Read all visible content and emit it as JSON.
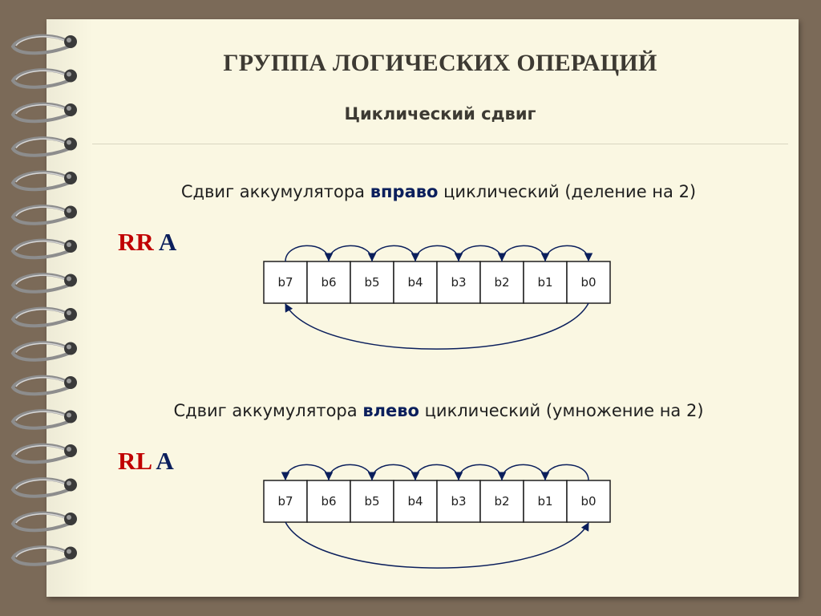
{
  "slide": {
    "title": "ГРУППА ЛОГИЧЕСКИХ ОПЕРАЦИЙ",
    "subtitle": "Циклический сдвиг"
  },
  "rotate_right": {
    "description_before": "Сдвиг аккумулятора ",
    "description_bold": "вправо",
    "description_after": " циклический (деление на 2)",
    "op": "RR",
    "register": "A",
    "bits": [
      "b7",
      "b6",
      "b5",
      "b4",
      "b3",
      "b2",
      "b1",
      "b0"
    ],
    "direction": "right"
  },
  "rotate_left": {
    "description_before": "Сдвиг аккумулятора ",
    "description_bold": "влево",
    "description_after": " циклический (умножение на 2)",
    "op": "RL",
    "register": "A",
    "bits": [
      "b7",
      "b6",
      "b5",
      "b4",
      "b3",
      "b2",
      "b1",
      "b0"
    ],
    "direction": "left"
  },
  "colors": {
    "page_background": "#faf7e2",
    "outer_background": "#7b6a58",
    "arrow": "#0b1f5c",
    "opcode": "#c00000",
    "register": "#0b1f5c"
  }
}
